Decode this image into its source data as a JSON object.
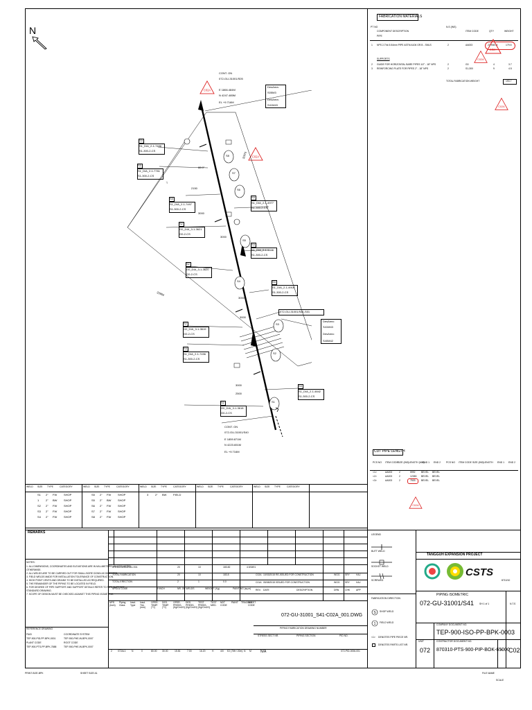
{
  "north": "N",
  "mto": {
    "title": "FABRICATION MATERIALS",
    "hdr": [
      "PT NO",
      "COMPONENT DESCRIPTION",
      "N.S (INS)",
      "ITEM CODE",
      "QTY",
      "WEIGHT"
    ],
    "pipe_label": "PIPE",
    "rows": [
      {
        "no": "1",
        "desc": "NPS 2-Thk 5.54mm PIPE ASTM A106 GR.B - SMLS",
        "ns": "2",
        "code": "AA003",
        "qty": "23.908 M",
        "wt": "179.5"
      },
      {
        "no": "",
        "desc": "SUPPORTS",
        "ns": "",
        "code": "",
        "qty": "",
        "wt": ""
      },
      {
        "no": "2",
        "desc": "GUIDE FOR HORIZONTAL BARE PIPES 1/2\" - 18\" NPS",
        "ns": "2",
        "code": "G0",
        "qty": "4",
        "wt": "3.7"
      },
      {
        "no": "3",
        "desc": "REINFORCING PLATE FOR PIPES 2\" - 18\" NPS",
        "ns": "2",
        "code": "S1-300",
        "qty": "9",
        "wt": "4.5"
      }
    ],
    "total_label": "TOTAL FABRICATION WEIGHT",
    "total": "193.7"
  },
  "rev_tag": "C02A",
  "cont_top": {
    "l1": "CONT. ON",
    "l2": "072-GU-31001/S05",
    "l3": "E 1866.484M",
    "l4": "N 4247.485M",
    "l5": "EL +9.716M"
  },
  "cont_bot": {
    "l1": "CONT. ON",
    "l2": "072-GU-31001/S40",
    "l3": "E 1859.871M",
    "l4": "N 4223.651M",
    "l5": "EL +9.716M"
  },
  "desarea": [
    {
      "a": "DesArea:",
      "b": "S05M3",
      "c": "DesArea:",
      "d": "S41M43"
    },
    {
      "a": "DesArea:",
      "b": "S41M43",
      "c": "DesArea:",
      "d": "S40M42"
    }
  ],
  "line_tag": "072-GU-31001/S41-S01",
  "callouts": [
    {
      "s": "S3",
      "a": "S1_DIA_2-1-7498",
      "b": "S1-300-2-CS"
    },
    {
      "s": "S3",
      "a": "S1_DIA_2-1-7761",
      "b": "S1-300-2-CS"
    },
    {
      "s": "S3",
      "a": "S1_DIA_2-1-7497",
      "b": "S1-300-2-CS"
    },
    {
      "s": "S2",
      "a": "G0_DIA_3-1-3621",
      "b": "G0-2-CS"
    },
    {
      "s": "S2",
      "a": "G0_DIA_3-1-3620",
      "b": "G0-2-CS"
    },
    {
      "s": "S3",
      "a": "S1_DIA_2-1-4977",
      "b": "S1-300-2-CS"
    },
    {
      "s": "S3",
      "a": "S1_DIA_2-1-4846",
      "b": "S1-300-2-CS"
    },
    {
      "s": "S3",
      "a": "S1_DIA_2-1-4918",
      "b": "S1-300-2-CS"
    },
    {
      "s": "S2",
      "a": "G0_DIA_3-1-3619",
      "b": "G0-2-CS"
    },
    {
      "s": "S3",
      "a": "S1_DIA_2-1-7496",
      "b": "S1-300-2-CS"
    },
    {
      "s": "S3",
      "a": "S1_DIA_2-1-4842",
      "b": "S1-300-2-CS"
    },
    {
      "s": "S2",
      "a": "G0_DIA_3-1-3618",
      "b": "G0-2-CS"
    }
  ],
  "dims": [
    "2150",
    "3000",
    "3000",
    "3000",
    "3000",
    "3000",
    "2500",
    "88.9\"",
    "11970",
    "7",
    "23904"
  ],
  "welds": [
    "S8",
    "S7",
    "S6",
    "S5",
    "S4",
    "S3",
    "S2",
    "S1"
  ],
  "cut": {
    "title": "CUT PIPE LENGTH",
    "hdr": [
      "PCS NO",
      "ITEM CODE",
      "SIZE (INS)",
      "LENGTH (MM)",
      "END 1",
      "END 2",
      "PCS NO",
      "ITEM CODE",
      "SIZE (INS)",
      "LENGTH",
      "END 1",
      "END 2"
    ],
    "rows": [
      [
        "<1>",
        "AA003",
        "2",
        "5992",
        "BEVEL",
        "BEVEL"
      ],
      [
        "<2>",
        "AA003",
        "2",
        "12383",
        "BEVEL",
        "BEVEL"
      ],
      [
        "<3>",
        "AA003",
        "2",
        "7533",
        "BEVEL",
        "BEVEL"
      ]
    ]
  },
  "weld_table": {
    "hdr": [
      "WELD",
      "SIZE",
      "TYPE",
      "CATEGORY",
      "WELD",
      "SIZE",
      "TYPE",
      "CATEGORY",
      "WELD",
      "SIZE",
      "TYPE",
      "CATEGORY",
      "WELD",
      "SIZE",
      "TYPE",
      "CATEGORY",
      "WELD",
      "SIZE",
      "TYPE",
      "CATEGORY"
    ],
    "rows": [
      [
        "S1",
        "2\"",
        "FW",
        "SHOP",
        "S5",
        "2\"",
        "FW",
        "SHOP",
        "3",
        "2\"",
        "BW",
        "FIELD"
      ],
      [
        "1",
        "2\"",
        "BW",
        "SHOP",
        "S5",
        "2\"",
        "BW",
        "SHOP",
        "",
        "",
        "",
        ""
      ],
      [
        "S2",
        "2\"",
        "FW",
        "SHOP",
        "S6",
        "2\"",
        "FW",
        "SHOP",
        "",
        "",
        "",
        ""
      ],
      [
        "S3",
        "2\"",
        "FW",
        "SHOP",
        "S7",
        "2\"",
        "FW",
        "SHOP",
        "",
        "",
        "",
        ""
      ],
      [
        "S4",
        "2\"",
        "FW",
        "SHOP",
        "S8",
        "2\"",
        "FW",
        "SHOP",
        "",
        "",
        "",
        ""
      ]
    ]
  },
  "remarks": "REMARKS",
  "notes": {
    "title": "NOTES:",
    "lines": [
      "1. ALL DIMENSIONS, COORDINATES AND ELEVATIONS ARE IN MILLIMETERS UNLESS NOTED",
      "   OTHERWISE.",
      "2. ALL WELDS ARE TO BE CARRIED OUT FOR SMALL BORE DOWN AS DIRECTED.",
      "3. FIELD WELDS MADE FOR INSTALLATION TOLERANCE OF CONSTRUCTION.",
      "4. HIGH POINT VENTS AND DRAINS TO BE INSTALLED AS REQUIRED.",
      "5. THE REMAINDER OF THE PIPING TO BE LOCATED IN FIELD.",
      "6. FOR DEGREE OF PIPE SUPPORT AND SUPPORT DETAILS REFER TO PIPE SUPPORT",
      "   STANDARD DRAWING.",
      "7. SCOPE OF DESIGN MUST BE CHECKED AGAINST THIS PIPING ISOMETRIC."
    ]
  },
  "refs": {
    "title": "REFERENCE DRAWING",
    "rows": [
      [
        "P&ID",
        "COORDINATE SYSTEM"
      ],
      [
        "TEP-900-PID-PP-BPK-0001",
        "TEP-900-PHE-IN-BPK-0007"
      ],
      [
        "PLANT CODE",
        "ROOT CODE"
      ],
      [
        "TEP-900-PTS-PP-BPK-7888",
        "TEP-900-PHE-IN-BPK-0007"
      ]
    ]
  },
  "spool": {
    "rows": [
      [
        "072-GU-31001/S41-S01",
        "20",
        "10",
        "183.82",
        "4.5/3491"
      ],
      [
        "TOTAL FABRICATION",
        "20",
        "10",
        "183.8"
      ],
      [
        "TOTAL ERECTION",
        "2",
        "1",
        "0.0"
      ],
      [
        "SPOOL CODE",
        "Ø INCH",
        "NR. OF WELDS",
        "WEIGHT (Kg)",
        "PAINTING (sq.m)"
      ]
    ]
  },
  "revisions": [
    {
      "rev": "C02A",
      "date": "10/03/2015",
      "desc": "RE-ISSUED FOR CONSTRUCTION",
      "drn": "WGG",
      "chk": "SRY",
      "app": "HAJ"
    },
    {
      "rev": "C01A",
      "date": "05/08/2015",
      "desc": "ISSUED FOR CONSTRUCTION",
      "drn": "WGG",
      "chk": "SRY",
      "app": "HAJ"
    }
  ],
  "rev_hdr": [
    "REV.",
    "DATE",
    "DESCRIPTION",
    "DRN",
    "CHK",
    "APP"
  ],
  "dwg_name": "072-GU-31001_S41-C02A_001.DWG",
  "dwg_label": "PIPING FABRICATION DRAWING NUMBER",
  "line_hdr": [
    "NPS (Inch)",
    "Piping Class",
    "Insul. Type",
    "Insul. Thk. (mm)",
    "OPER. TEMP. (°C)",
    "DES. TEMP. (°C)",
    "OPER. PRESS. (Kg/Cm2G)",
    "DES. PRESS. (Kg/Cm2G)",
    "TEST PRESS. (Kg/Cm2G)",
    "TEST MED.",
    "NDT CODE",
    "PAINT",
    "TRACING",
    "SHEET CODE"
  ],
  "line_vals": [
    "2",
    "072AL1",
    "N",
    "0",
    "80.00",
    "30.00",
    "15.81",
    "7.00",
    "16.20",
    "H",
    "4/0",
    "E2 (75ft / 20m)",
    "N",
    "M"
  ],
  "struct_hdr": [
    "STRESS SECT NR.",
    "PIPING SECTION",
    "PID NO."
  ],
  "struct_vals": [
    "N/A",
    "",
    "072-PID-0006-001"
  ],
  "legend": {
    "title": "LEGEND",
    "items": [
      "BUTT WELD",
      "SOCKET WELD",
      "SCREWED",
      "FABRICATION DIRECTION",
      "SHOP WELD",
      "FIELD WELD",
      "DENOTES PIPE PIECE NR.",
      "DENOTES PARTS LIST NR."
    ],
    "sym": [
      "<1>"
    ]
  },
  "title_block": {
    "project": "TANGGUH EXPANSION PROJECT",
    "client": "bp",
    "contractor": "CSTS",
    "contract_no": "8710/10",
    "doc_title": "PIPING ISOMETRIC",
    "dwg_no": "072-GU-31001/S41",
    "sheet": "SH 1 of 1",
    "scale": "N.T.S",
    "company_doc_no": "TEP-900-ISO-PP-BPK-0003",
    "contractor_doc_no": "870310-PTS-900-PIP-BOK-65000",
    "unit": "072",
    "size": "A1",
    "rev": "C02",
    "doc_no_label": "COMPANY DOCUMENT NO.",
    "contractor_label": "CONTRACTOR DOCUMENT NO.",
    "unit_label": "UNIT"
  },
  "footer": [
    "PRINT-SIZE-BPK",
    "SHEET SIZE A1",
    "FILE NAME",
    "SCALE"
  ]
}
